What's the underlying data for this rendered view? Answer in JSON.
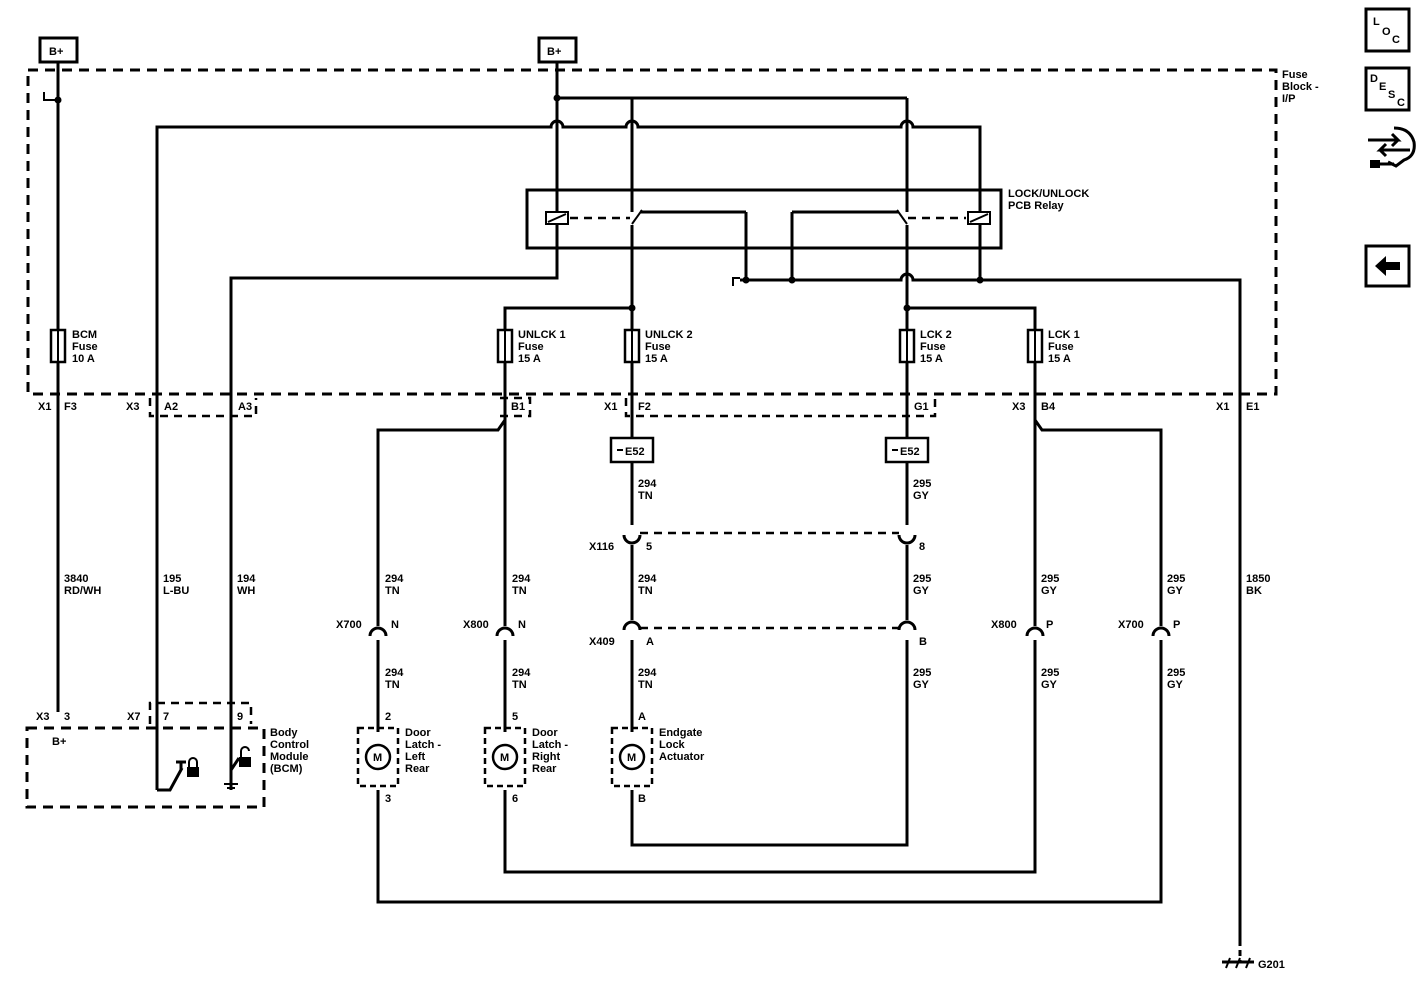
{
  "supply": {
    "bplus_left": "B+",
    "bplus_center": "B+"
  },
  "fuse_block": {
    "title": "Fuse\nBlock -\nI/P"
  },
  "relay": {
    "label": "LOCK/UNLOCK\nPCB Relay"
  },
  "fuses": {
    "bcm": "BCM\nFuse\n10 A",
    "unlck1": "UNLCK 1\nFuse\n15 A",
    "unlck2": "UNLCK 2\nFuse\n15 A",
    "lck2": "LCK 2\nFuse\n15 A",
    "lck1": "LCK 1\nFuse\n15 A"
  },
  "fuse_connectors": {
    "c1_x": "X1",
    "c1_p": "F3",
    "c2_x": "X3",
    "c2_p1": "A2",
    "c2_p2": "A3",
    "c3_p": "B1",
    "c4_x": "X1",
    "c4_p": "F2",
    "c5_p": "G1",
    "c6_x": "X3",
    "c6_p": "B4",
    "c7_x": "X1",
    "c7_p": "E1"
  },
  "splices": {
    "left": "E52",
    "right": "E52"
  },
  "wires": {
    "w3840": "3840\nRD/WH",
    "w195": "195\nL-BU",
    "w194": "194\nWH",
    "tn_294": "294\nTN",
    "gy_295": "295\nGY",
    "w1850": "1850\nBK"
  },
  "inline_connectors": {
    "x116": "X116",
    "x116_a": "5",
    "x116_b": "8",
    "x409": "X409",
    "x409_a": "A",
    "x409_b": "B",
    "x700": "X700",
    "x800": "X800",
    "pin_n": "N",
    "pin_p": "P"
  },
  "bcm": {
    "label": "Body\nControl\nModule\n(BCM)",
    "bplus": "B+",
    "x3": "X3",
    "p3": "3",
    "x7": "X7",
    "p7": "7",
    "p9": "9"
  },
  "actuators": {
    "motor": "M",
    "lr_label": "Door\nLatch -\nLeft\nRear",
    "lr_top": "2",
    "lr_bot": "3",
    "rr_label": "Door\nLatch -\nRight\nRear",
    "rr_top": "5",
    "rr_bot": "6",
    "eg_label": "Endgate\nLock\nActuator",
    "eg_top": "A",
    "eg_bot": "B"
  },
  "ground": {
    "label": "G201"
  },
  "nav": {
    "loc_l": "L",
    "loc_o": "O",
    "loc_c": "C",
    "desc_d": "D",
    "desc_e": "E",
    "desc_s": "S",
    "desc_c": "C"
  }
}
